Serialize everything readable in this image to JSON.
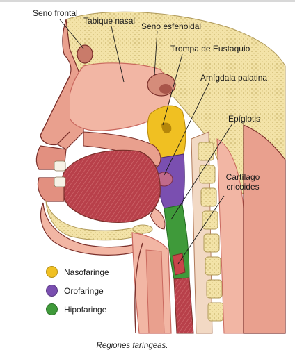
{
  "labels": {
    "seno_frontal": "Seno frontal",
    "tabique_nasal": "Tabique nasal",
    "seno_esfenoidal": "Seno esfenoidal",
    "trompa_eustaquio": "Trompa  de Eustaquio",
    "amigdala_palatina": "Amígdala palatina",
    "epiglotis": "Epíglotis",
    "cartilago_cricoides": "Cartílago cricoides"
  },
  "legend": [
    {
      "label": "Nasofaringe",
      "color": "#f0c022"
    },
    {
      "label": "Orofaringe",
      "color": "#7a4fb0"
    },
    {
      "label": "Hipofaringe",
      "color": "#3f9a3a"
    }
  ],
  "caption": "Regiones faríngeas.",
  "colors": {
    "flesh": "#f2b6a4",
    "flesh_dark": "#c9685e",
    "bone": "#f3e3a8",
    "bone_dot": "#c9b46a",
    "muscle": "#b8404a",
    "nasofaringe": "#f0c022",
    "orofaringe": "#7a4fb0",
    "hipofaringe": "#3f9a3a",
    "skin_line": "#7a2f2a"
  }
}
